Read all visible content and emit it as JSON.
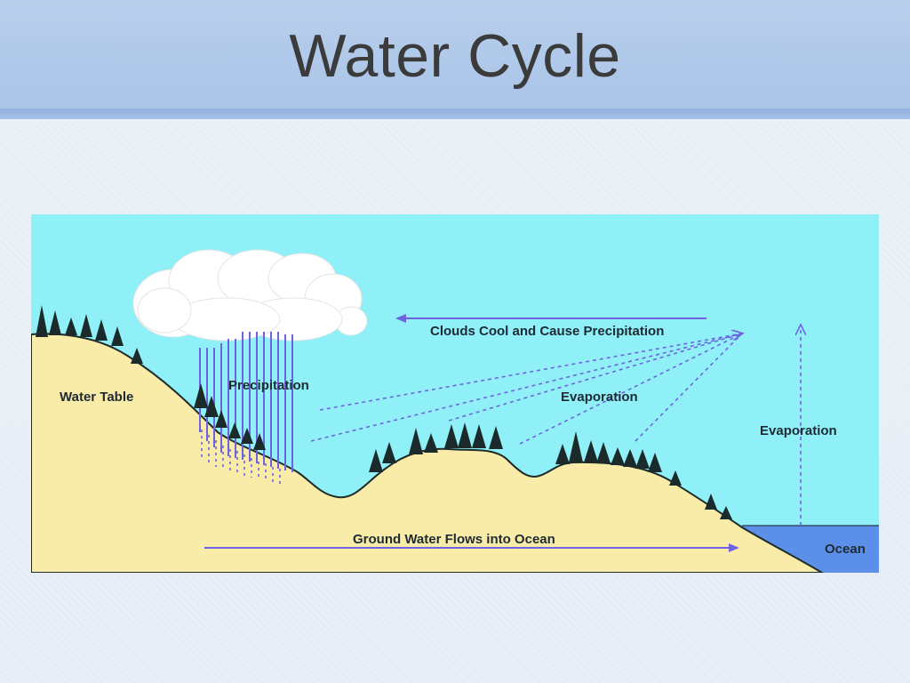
{
  "slide": {
    "title": "Water Cycle"
  },
  "diagram": {
    "labels": {
      "water_table": "Water Table",
      "precipitation": "Precipitation",
      "clouds_cool": "Clouds Cool and Cause Precipitation",
      "evaporation_land": "Evaporation",
      "evaporation_ocean": "Evaporation",
      "ground_water": "Ground Water Flows into Ocean",
      "ocean": "Ocean"
    },
    "colors": {
      "sky": "#8ff0f8",
      "land": "#f8eca8",
      "ocean": "#5b8fe8",
      "arrow": "#6e64e0",
      "trees": "#1b2a2a",
      "cloud": "#ffffff"
    }
  }
}
